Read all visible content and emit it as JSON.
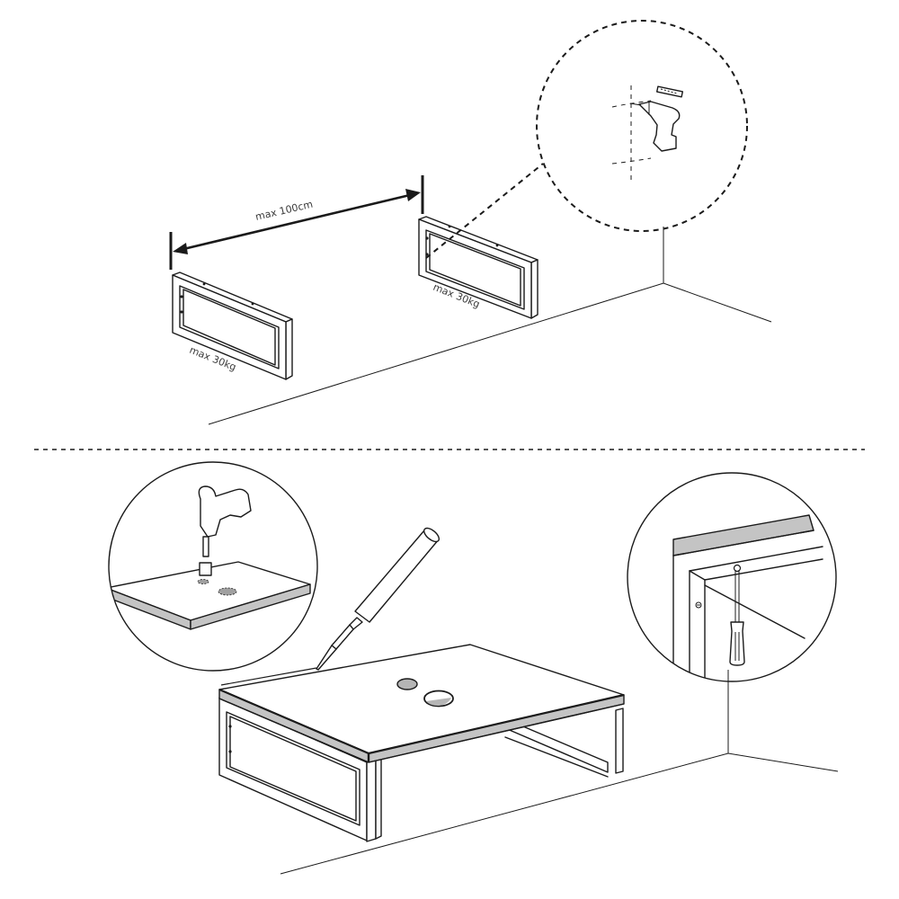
{
  "diagram": {
    "type": "assembly-instructions",
    "colors": {
      "line": "#1a1a1a",
      "fill_gray": "#c4c4c4",
      "background": "#ffffff"
    },
    "step_1": {
      "dimension_label": "max 100cm",
      "left_bracket_label": "max 30kg",
      "right_bracket_label": "max 30kg",
      "detail_callout": "drill-and-wall-plug-marking"
    },
    "divider": "dashed-horizontal",
    "step_2": {
      "detail_left": "drill-holes-in-countertop",
      "main_view": "silicone-seal-countertop-on-frame",
      "detail_right": "screw-frame-to-countertop"
    }
  }
}
